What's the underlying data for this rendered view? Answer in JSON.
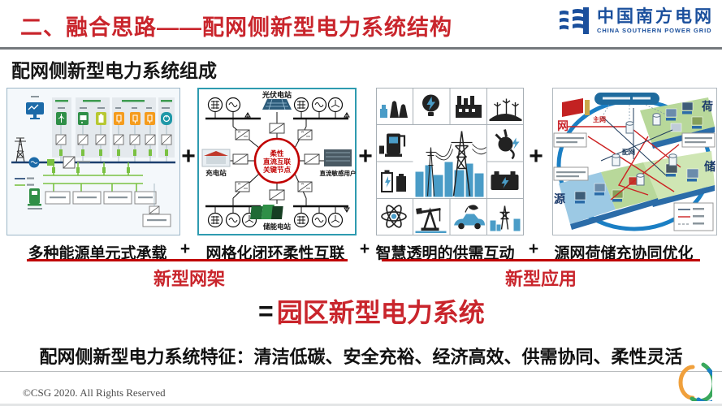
{
  "header": {
    "title": "二、融合思路——配网侧新型电力系统结构",
    "logo_cn": "中国南方电网",
    "logo_en": "CHINA SOUTHERN POWER GRID"
  },
  "subtitle": "配网侧新型电力系统组成",
  "plus": "+",
  "panel2": {
    "top_label": "光伏电站",
    "left_label": "充电站",
    "right_label": "直流敏感用户",
    "bottom_label": "储能电站",
    "center_line1": "柔性",
    "center_line2": "直流互联",
    "center_line3": "关键节点"
  },
  "panel4": {
    "grid": "网",
    "load": "荷",
    "storage": "储",
    "source": "源",
    "main_grid": "主网",
    "dist_grid": "配网"
  },
  "equation": {
    "terms": [
      "多种能源单元式承载",
      "网格化闭环柔性互联",
      "智慧透明的供需互动",
      "源网荷储充协同优化"
    ],
    "group_left": "新型网架",
    "group_right": "新型应用",
    "equals": "=",
    "result": "园区新型电力系统"
  },
  "features": "配网侧新型电力系统特征：清洁低碳、安全充裕、经济高效、供需协同、柔性灵活",
  "footer": "©CSG 2020. All Rights Reserved",
  "colors": {
    "title_red": "#c9252c",
    "logo_navy": "#1a4f9c",
    "underline_red": "#c00000",
    "panel2_border": "#2e9bb0",
    "icon_blue": "#4a9cc7",
    "bus_green": "#7ac143"
  }
}
